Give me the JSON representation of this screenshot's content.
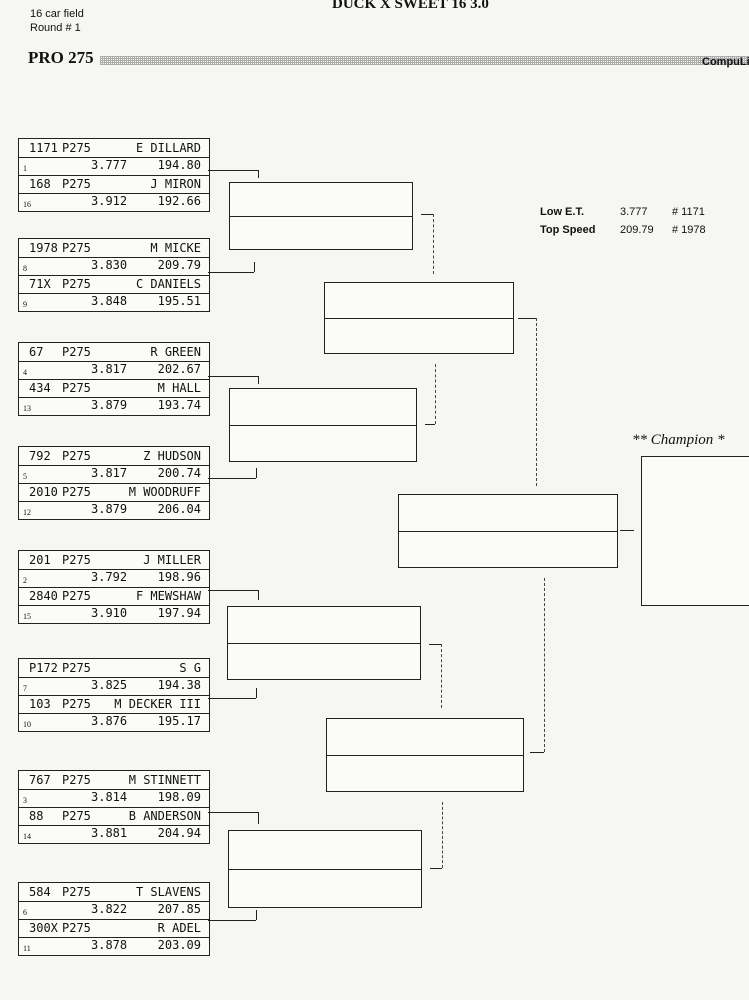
{
  "header": {
    "line1": "16 car field",
    "line2": "Round # 1",
    "title": "DUCK X SWEET 16 3.0",
    "class_title": "PRO 275",
    "brand": "CompuLi"
  },
  "stats": {
    "low_et_label": "Low  E.T.",
    "low_et_value": "3.777",
    "low_et_car": "# 1171",
    "top_speed_label": "Top Speed",
    "top_speed_value": "209.79",
    "top_speed_car": "# 1978"
  },
  "champion_label": "** Champion *",
  "pairs": [
    {
      "a": {
        "car": "1171",
        "cls": "P275",
        "driver": "E DILLARD",
        "seed": "1",
        "et": "3.777",
        "speed": "194.80"
      },
      "b": {
        "car": "168",
        "cls": "P275",
        "driver": "J MIRON",
        "seed": "16",
        "et": "3.912",
        "speed": "192.66"
      }
    },
    {
      "a": {
        "car": "1978",
        "cls": "P275",
        "driver": "M MICKE",
        "seed": "8",
        "et": "3.830",
        "speed": "209.79"
      },
      "b": {
        "car": "71X",
        "cls": "P275",
        "driver": "C DANIELS",
        "seed": "9",
        "et": "3.848",
        "speed": "195.51"
      }
    },
    {
      "a": {
        "car": "67",
        "cls": "P275",
        "driver": "R GREEN",
        "seed": "4",
        "et": "3.817",
        "speed": "202.67"
      },
      "b": {
        "car": "434",
        "cls": "P275",
        "driver": "M HALL",
        "seed": "13",
        "et": "3.879",
        "speed": "193.74"
      }
    },
    {
      "a": {
        "car": "792",
        "cls": "P275",
        "driver": "Z HUDSON",
        "seed": "5",
        "et": "3.817",
        "speed": "200.74"
      },
      "b": {
        "car": "2010",
        "cls": "P275",
        "driver": "M WOODRUFF",
        "seed": "12",
        "et": "3.879",
        "speed": "206.04"
      }
    },
    {
      "a": {
        "car": "201",
        "cls": "P275",
        "driver": "J MILLER",
        "seed": "2",
        "et": "3.792",
        "speed": "198.96"
      },
      "b": {
        "car": "2840",
        "cls": "P275",
        "driver": "F MEWSHAW",
        "seed": "15",
        "et": "3.910",
        "speed": "197.94"
      }
    },
    {
      "a": {
        "car": "P172",
        "cls": "P275",
        "driver": "S G",
        "seed": "7",
        "et": "3.825",
        "speed": "194.38"
      },
      "b": {
        "car": "103",
        "cls": "P275",
        "driver": "M DECKER III",
        "seed": "10",
        "et": "3.876",
        "speed": "195.17"
      }
    },
    {
      "a": {
        "car": "767",
        "cls": "P275",
        "driver": "M STINNETT",
        "seed": "3",
        "et": "3.814",
        "speed": "198.09"
      },
      "b": {
        "car": "88",
        "cls": "P275",
        "driver": "B ANDERSON",
        "seed": "14",
        "et": "3.881",
        "speed": "204.94"
      }
    },
    {
      "a": {
        "car": "584",
        "cls": "P275",
        "driver": "T SLAVENS",
        "seed": "6",
        "et": "3.822",
        "speed": "207.85"
      },
      "b": {
        "car": "300X",
        "cls": "P275",
        "driver": "R ADEL",
        "seed": "11",
        "et": "3.878",
        "speed": "203.09"
      }
    }
  ]
}
